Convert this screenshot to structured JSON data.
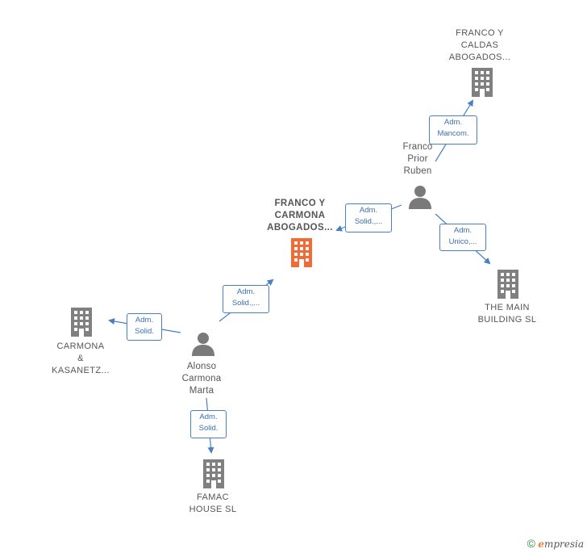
{
  "companies": {
    "franco_caldas": [
      "FRANCO Y",
      "CALDAS",
      "ABOGADOS..."
    ],
    "franco_carmona": [
      "FRANCO Y",
      "CARMONA",
      "ABOGADOS..."
    ],
    "main_building": [
      "THE MAIN",
      "BUILDING  SL"
    ],
    "carmona_kasanetz": [
      "CARMONA",
      "&",
      "KASANETZ..."
    ],
    "famac": [
      "FAMAC",
      "HOUSE  SL"
    ]
  },
  "persons": {
    "franco_prior": [
      "Franco",
      "Prior",
      "Ruben"
    ],
    "alonso_carmona": [
      "Alonso",
      "Carmona",
      "Marta"
    ]
  },
  "relations": {
    "r1": [
      "Adm.",
      "Mancom."
    ],
    "r2": [
      "Adm.",
      "Solid.,..."
    ],
    "r3": [
      "Adm.",
      "Unico,..."
    ],
    "r4": [
      "Adm.",
      "Solid.,..."
    ],
    "r5": [
      "Adm.",
      "Solid."
    ],
    "r6": [
      "Adm.",
      "Solid."
    ]
  },
  "footer": {
    "copyright": "©",
    "brand_initial": "e",
    "brand_rest": "mpresia"
  },
  "colors": {
    "highlight": "#f26a35",
    "building": "#808080",
    "person": "#7a7a7a",
    "edge": "#4a7fc1"
  }
}
